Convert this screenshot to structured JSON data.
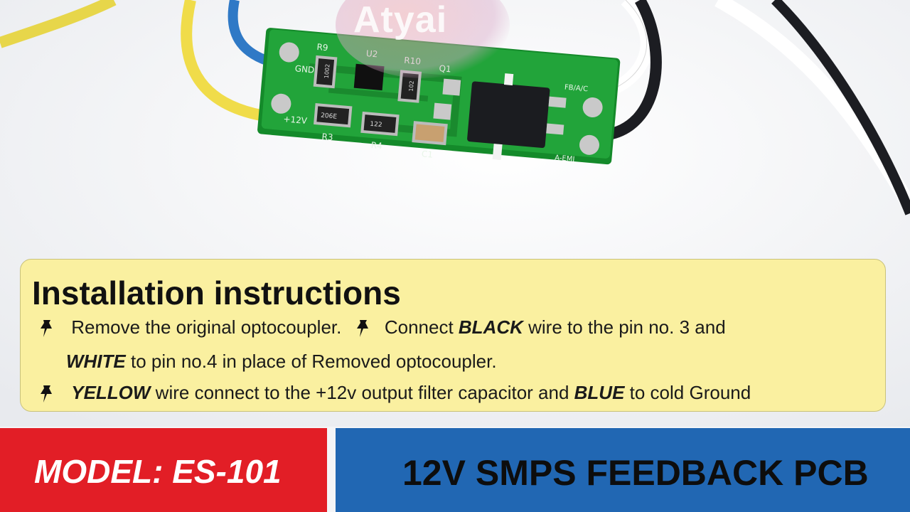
{
  "watermark": {
    "text": "Atyai"
  },
  "pcb": {
    "labels": [
      "R9",
      "U2",
      "R10",
      "Q1",
      "GND",
      "+12V",
      "R3",
      "R4",
      "C1",
      "FB/A/C",
      "A-EMI"
    ],
    "markings": [
      "1002",
      "102",
      "206E",
      "122"
    ]
  },
  "instructions": {
    "title": "Installation instructions",
    "line1_a": "Remove the original optocoupler.",
    "line1_b": "Connect ",
    "line1_black": "BLACK",
    "line1_c": " wire to the pin no. 3  and",
    "line2_white": "WHITE",
    "line2_rest": " to pin no.4  in place of Removed optocoupler.",
    "line3_yellow": "YELLOW",
    "line3_mid": " wire connect to the +12v output filter capacitor and ",
    "line3_blue": "BLUE",
    "line3_end": " to cold Ground"
  },
  "model": {
    "label": "MODEL: ES-101"
  },
  "product": {
    "title": "12V SMPS FEEDBACK PCB"
  },
  "colors": {
    "model_bar": "#e21e26",
    "title_bar": "#2167b3",
    "instructions_bg": "#faf0a0",
    "pcb_green": "#1f9a34"
  }
}
